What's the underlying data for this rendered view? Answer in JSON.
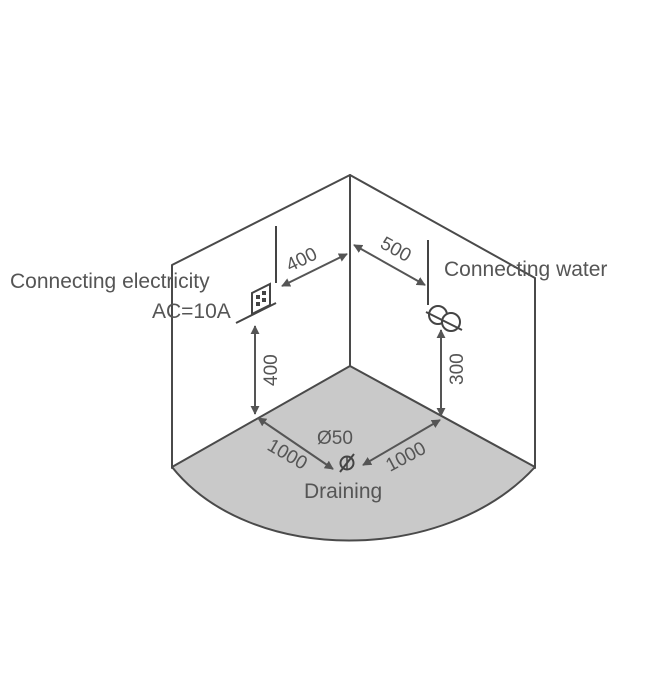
{
  "labels": {
    "electricity": "Connecting electricity",
    "ac_rating": "AC=10A",
    "water": "Connecting water",
    "draining": "Draining"
  },
  "dimensions": {
    "elec_horizontal": "400",
    "elec_vertical": "400",
    "water_horizontal": "500",
    "water_vertical": "300",
    "drain_diameter": "Ø50",
    "floor_left": "1000",
    "floor_right": "1000"
  },
  "colors": {
    "tray_fill": "#c9c9c9",
    "line": "#4a4a4a",
    "text": "#555555"
  },
  "icons": {
    "socket": "electrical-socket-icon",
    "water_valve": "water-valve-icon",
    "drain": "drain-icon"
  }
}
